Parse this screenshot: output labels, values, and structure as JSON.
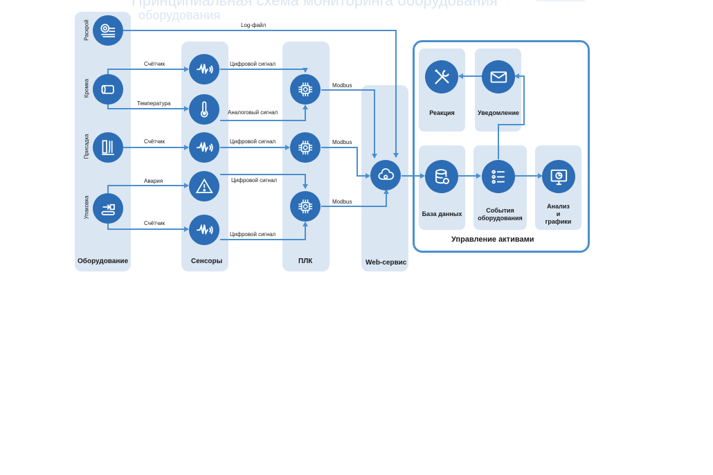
{
  "header": {
    "title_line1": "Принципиальная схема мониторинга оборудования",
    "title_line2": "оборудования"
  },
  "columns": {
    "equipment": "Оборудование",
    "sensors": "Сенсоры",
    "plc": "ПЛК",
    "web": "Web-сервис"
  },
  "equipment_items": {
    "raskroy": "Раскрой",
    "kromka": "Кромка",
    "prisadka": "Присадка",
    "upakovka": "Упаковка"
  },
  "flow_labels": {
    "log_file": "Log-файл",
    "counter1": "Счётчик",
    "temperature": "Температура",
    "counter2": "Счётчик",
    "alarm": "Авария",
    "counter3": "Счётчик",
    "digital1": "Цифровой сигнал",
    "analog": "Аналоговый сигнал",
    "digital2": "Цифровой сигнал",
    "digital3": "Цифровой сигнал",
    "digital4": "Цифровой сигнал",
    "modbus1": "Modbus",
    "modbus2": "Modbus",
    "modbus3": "Modbus"
  },
  "assets": {
    "title": "Управление активами",
    "reaction": "Реакция",
    "notification": "Уведомление",
    "database": "База данных",
    "events_line1": "События",
    "events_line2": "оборудования",
    "analysis_line1": "Анализ",
    "analysis_line2": "и",
    "analysis_line3": "графики"
  },
  "colors": {
    "node": "#2c6db5",
    "column": "#dbe6f3",
    "line": "#4a8fd0"
  }
}
